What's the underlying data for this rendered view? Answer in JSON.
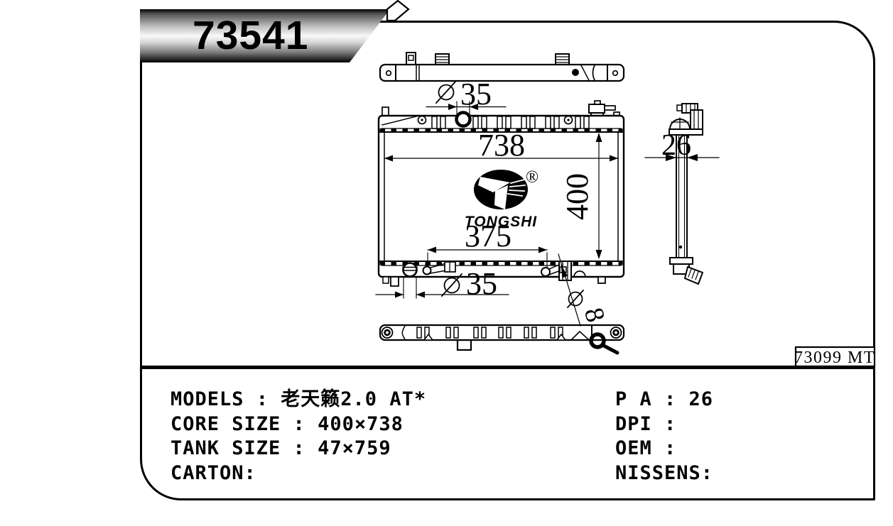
{
  "banner": {
    "part_number": "73541"
  },
  "drawing": {
    "code_box": "73099 MT",
    "brand": {
      "name": "TONGSHI",
      "registered": "®"
    },
    "dimensions": {
      "top_inlet_diameter": {
        "symbol": "∅",
        "value": "35"
      },
      "overall_width": "738",
      "overall_height": "400",
      "lower_pipe_span": "375",
      "bottom_outlet_diameter": {
        "symbol": "∅",
        "value": "35"
      },
      "drain_hole_diameter": {
        "symbol": "∅",
        "value": "8"
      },
      "side_thickness": "26"
    }
  },
  "specs": {
    "left_rows": [
      "MODELS : 老天籁2.0 AT*",
      "CORE SIZE : 400×738",
      "TANK SIZE : 47×759",
      "CARTON:"
    ],
    "right_rows": [
      "P A : 26",
      "DPI :",
      "OEM :",
      "NISSENS:"
    ]
  },
  "colors": {
    "line": "#000000",
    "background": "#ffffff",
    "banner_text": "#000000"
  }
}
